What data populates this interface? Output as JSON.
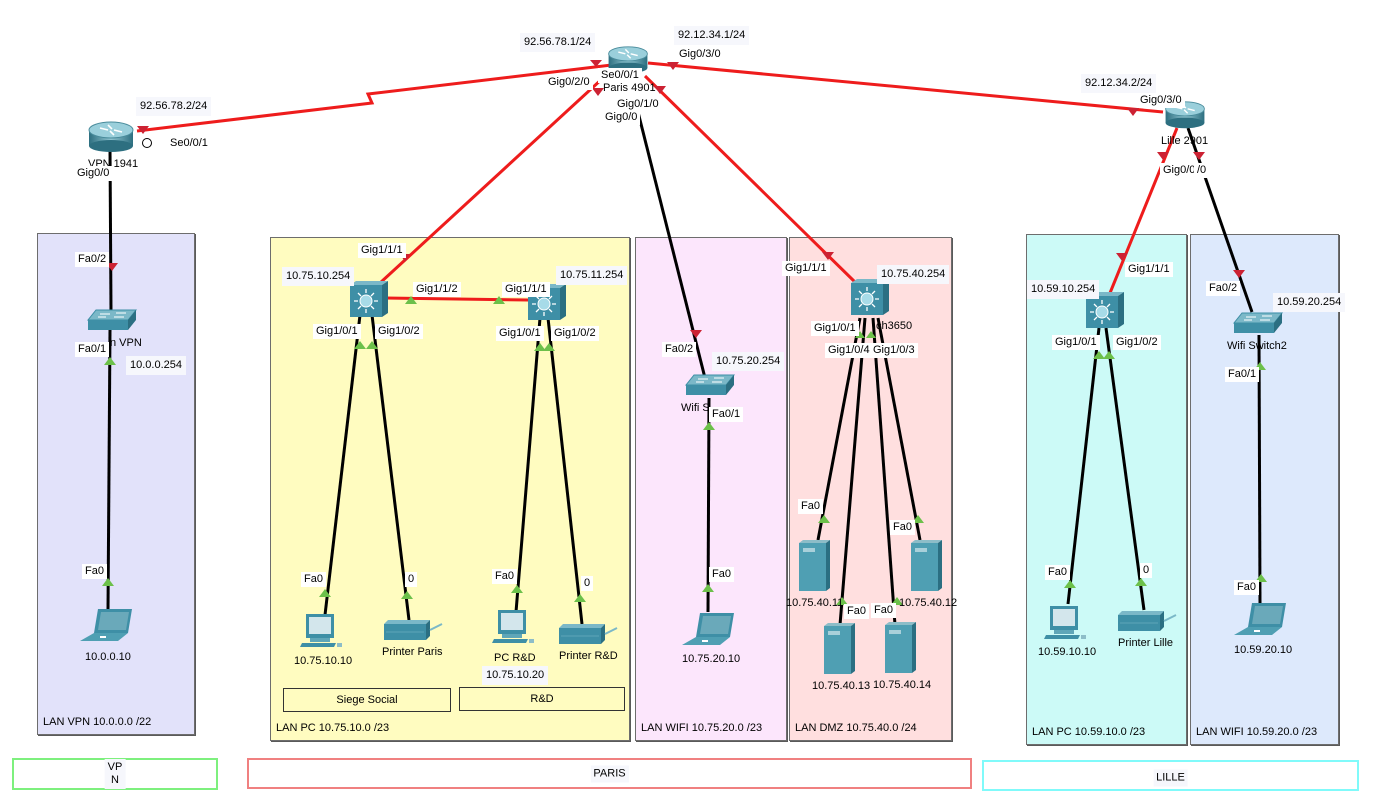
{
  "colors": {
    "link_red": "#ee1c1c",
    "link_black": "#000000",
    "port_down": "#cc2233",
    "port_up": "#6cc04a",
    "device_teal": "#3e8fa6",
    "zone_vpn": "#e2e2fa",
    "zone_paris_pc": "#fffcc0",
    "zone_paris_wifi": "#fce6fc",
    "zone_dmz": "#ffdfdf",
    "zone_lille_pc": "#ccfaf7",
    "zone_lille_wifi": "#dde9fc",
    "site_vpn": "#7ef07e",
    "site_paris": "#f08080",
    "site_lille": "#80fafa"
  },
  "zones": {
    "vpn": "LAN VPN 10.0.0.0 /22",
    "paris_pc": "LAN PC 10.75.10.0 /23",
    "paris_wifi": "LAN WIFI 10.75.20.0 /23",
    "dmz": "LAN DMZ 10.75.40.0 /24",
    "lille_pc": "LAN PC 10.59.10.0 /23",
    "lille_wifi": "LAN WIFI 10.59.20.0 /23"
  },
  "sites": {
    "vpn": "VP\nN",
    "paris": "PARIS",
    "lille": "LILLE"
  },
  "sub_areas": {
    "siege": "Siege Social",
    "rnd": "R&D"
  },
  "devices": {
    "router_vpn": {
      "name": "VPN 1941",
      "icon": "router-icon"
    },
    "router_paris": {
      "name": "Paris 4901",
      "icon": "router-icon"
    },
    "router_lille": {
      "name": "Lille 2901",
      "icon": "router-icon"
    },
    "switch_vpn": {
      "name": "n VPN",
      "icon": "switch-icon"
    },
    "ml_siege": {
      "name": "",
      "icon": "multilayer-switch-icon"
    },
    "ml_rnd": {
      "name": "",
      "icon": "multilayer-switch-icon"
    },
    "wifi_switch_paris": {
      "name": "Wifi S",
      "icon": "switch-icon"
    },
    "ml_dmz": {
      "name": "ch3650",
      "icon": "multilayer-switch-icon"
    },
    "ml_lille": {
      "name": "",
      "icon": "multilayer-switch-icon"
    },
    "wifi_switch_lille": {
      "name": "Wifi Switch2",
      "icon": "switch-icon"
    },
    "laptop_vpn": {
      "name": "10.0.0.10",
      "icon": "laptop-icon"
    },
    "pc_siege": {
      "name": "10.75.10.10",
      "icon": "pc-icon"
    },
    "printer_paris": {
      "name": "Printer Paris",
      "icon": "printer-icon"
    },
    "pc_rnd": {
      "name": "PC R&D",
      "icon": "pc-icon"
    },
    "printer_rnd": {
      "name": "Printer R&D",
      "icon": "printer-icon"
    },
    "laptop_paris_wifi": {
      "name": "10.75.20.10",
      "icon": "laptop-icon"
    },
    "server_11": {
      "name": "10.75.40.11",
      "icon": "server-icon"
    },
    "server_12": {
      "name": "10.75.40.12",
      "icon": "server-icon"
    },
    "server_13": {
      "name": "10.75.40.13",
      "icon": "server-icon"
    },
    "server_14": {
      "name": "10.75.40.14",
      "icon": "server-icon"
    },
    "pc_lille": {
      "name": "10.59.10.10",
      "icon": "pc-icon"
    },
    "printer_lille": {
      "name": "Printer Lille",
      "icon": "printer-icon"
    },
    "laptop_lille_wifi": {
      "name": "10.59.20.10",
      "icon": "laptop-icon"
    }
  },
  "ip_labels": {
    "vpn_se": "92.56.78.2/24",
    "paris_se": "92.56.78.1/24",
    "paris_gig030": "92.12.34.1/24",
    "lille_gig030": "92.12.34.2/24",
    "vpn_switch": "10.0.0.254",
    "ml_siege": "10.75.10.254",
    "ml_rnd": "10.75.11.254",
    "pc_rnd": "10.75.10.20",
    "wifi_paris": "10.75.20.254",
    "dmz": "10.75.40.254",
    "ml_lille": "10.59.10.254",
    "wifi_lille": "10.59.20.254"
  },
  "port_labels": {
    "vpn_se001": "Se0/0/1",
    "vpn_gig00": "Gig0/0",
    "vpn_sw_fa02": "Fa0/2",
    "vpn_sw_fa01": "Fa0/1",
    "vpn_laptop_fa0": "Fa0",
    "paris_se001": "Se0/0/1",
    "paris_gig020": "Gig0/2/0",
    "paris_gig030": "Gig0/3/0",
    "paris_gig010": "Gig0/1/0",
    "paris_gig00": "Gig0/0",
    "siege_gig111": "Gig1/1/1",
    "siege_gig112": "Gig1/1/2",
    "siege_gig101": "Gig1/0/1",
    "siege_gig102": "Gig1/0/2",
    "rnd_gig111": "Gig1/1/1",
    "rnd_gig101": "Gig1/0/1",
    "rnd_gig102": "Gig1/0/2",
    "pc_siege_fa0": "Fa0",
    "printer_paris_0": "0",
    "pc_rnd_fa0": "Fa0",
    "printer_rnd_0": "0",
    "wifi_paris_fa02": "Fa0/2",
    "wifi_paris_fa01": "Fa0/1",
    "laptop_paris_fa0": "Fa0",
    "dmz_gig111": "Gig1/1/1",
    "dmz_gig101": "Gig1/0/1",
    "dmz_gig104": "Gig1/0/4",
    "dmz_gig103": "Gig1/0/3",
    "srv11_fa0": "Fa0",
    "srv12_fa0": "Fa0",
    "srv13_fa0": "Fa0",
    "srv14_fa0": "Fa0",
    "lille_gig030": "Gig0/3/0",
    "lille_gig00": "Gig0/0",
    "lille_gig010": "/0",
    "ml_lille_gig111": "Gig1/1/1",
    "ml_lille_gig101": "Gig1/0/1",
    "ml_lille_gig102": "Gig1/0/2",
    "pc_lille_fa0": "Fa0",
    "printer_lille_0": "0",
    "wifi_lille_fa02": "Fa0/2",
    "wifi_lille_fa01": "Fa0/1",
    "laptop_lille_fa0": "Fa0"
  }
}
